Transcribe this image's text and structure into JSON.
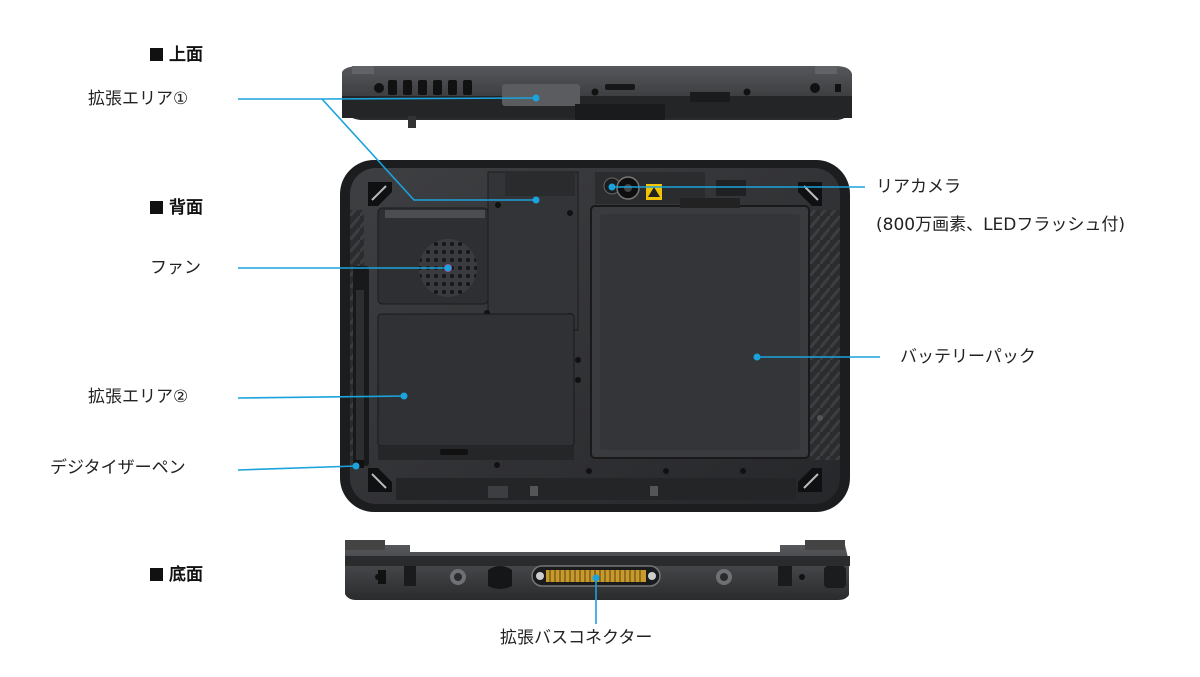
{
  "sections": {
    "top": "上面",
    "back": "背面",
    "bottom": "底面"
  },
  "labels": {
    "expansion_area_1": "拡張エリア①",
    "fan": "ファン",
    "expansion_area_2": "拡張エリア②",
    "digitizer_pen": "デジタイザーペン",
    "rear_camera": "リアカメラ",
    "rear_camera_spec": "(800万画素、LEDフラッシュ付)",
    "battery_pack": "バッテリーパック",
    "expansion_bus_connector": "拡張バスコネクター"
  },
  "colors": {
    "callout_line": "#1aa3dc",
    "device_body": "#3a3b3d",
    "device_dark": "#1f2022",
    "accent_yellow": "#f2c500"
  }
}
